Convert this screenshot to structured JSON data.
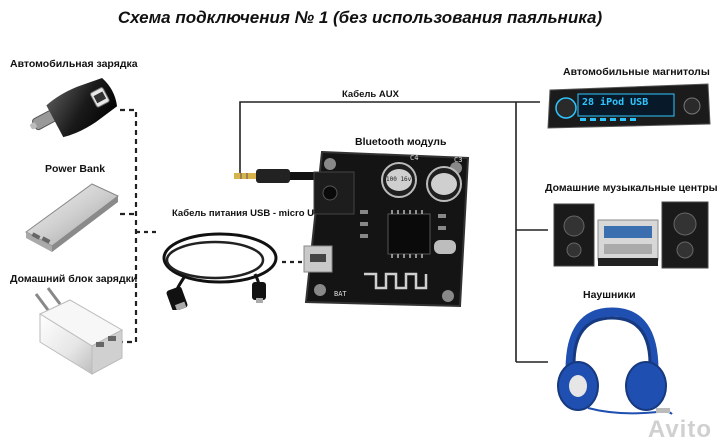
{
  "title": "Схема подключения № 1 (без использования паяльника)",
  "sources": [
    {
      "label": "Автомобильная зарядка",
      "icon": "car-charger-icon"
    },
    {
      "label": "Power Bank",
      "icon": "power-bank-icon"
    },
    {
      "label": "Домашний блок зарядки",
      "icon": "wall-charger-icon"
    }
  ],
  "cable_power_label": "Кабель питания USB - micro USB",
  "cable_aux_label": "Кабель AUX",
  "module_label": "Bluetooth модуль",
  "module_silkscreen": {
    "c4": "C4",
    "c3": "C3",
    "cap_value": "100 16v",
    "bat": "BAT"
  },
  "targets": [
    {
      "label": "Автомобильные магнитолы",
      "icon": "car-stereo-icon"
    },
    {
      "label": "Домашние музыкальные центры",
      "icon": "hifi-system-icon"
    },
    {
      "label": "Наушники",
      "icon": "headphones-icon"
    }
  ],
  "stereo_display": "28  iPod  USB",
  "watermark": "Avito",
  "colors": {
    "headphones": "#1f4fb0",
    "stereo_glow": "#2ec5ff",
    "pcb": "#111111"
  }
}
